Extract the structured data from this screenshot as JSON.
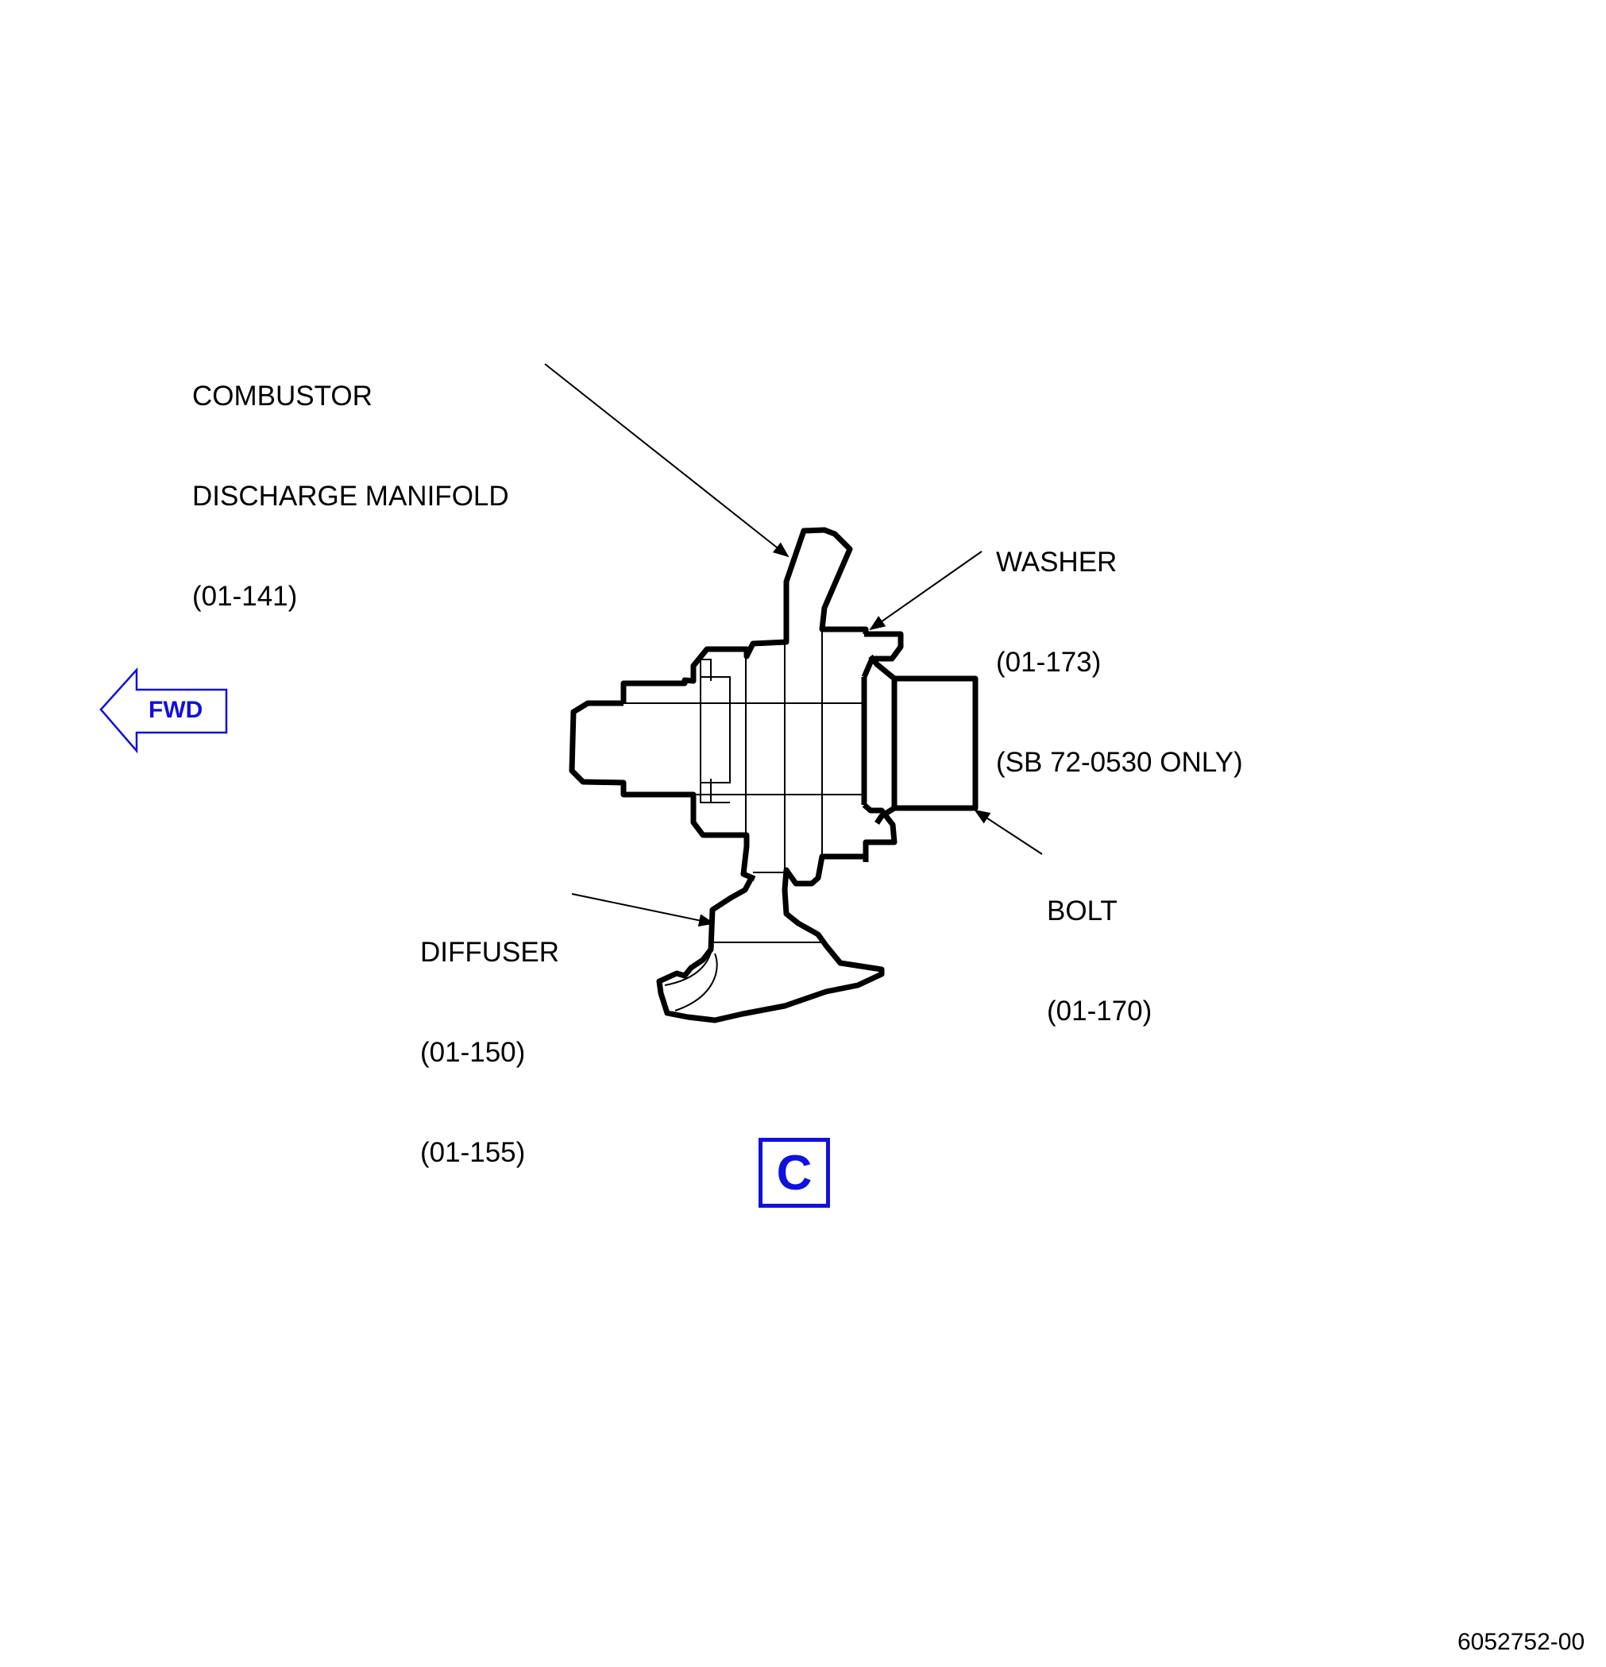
{
  "callouts": {
    "manifold": {
      "line1": "COMBUSTOR",
      "line2": "DISCHARGE MANIFOLD",
      "line3": "(01-141)"
    },
    "washer": {
      "line1": "WASHER",
      "line2": "(01-173)",
      "line3": "(SB 72-0530 ONLY)"
    },
    "bolt": {
      "line1": "BOLT",
      "line2": "(01-170)"
    },
    "diffuser": {
      "line1": "DIFFUSER",
      "line2": "(01-150)",
      "line3": "(01-155)"
    }
  },
  "fwd_arrow": {
    "label": "FWD"
  },
  "view_label": "C",
  "figure_number": "6052752-00",
  "colors": {
    "outline": "#000000",
    "accent": "#1010e0",
    "background": "#ffffff"
  }
}
